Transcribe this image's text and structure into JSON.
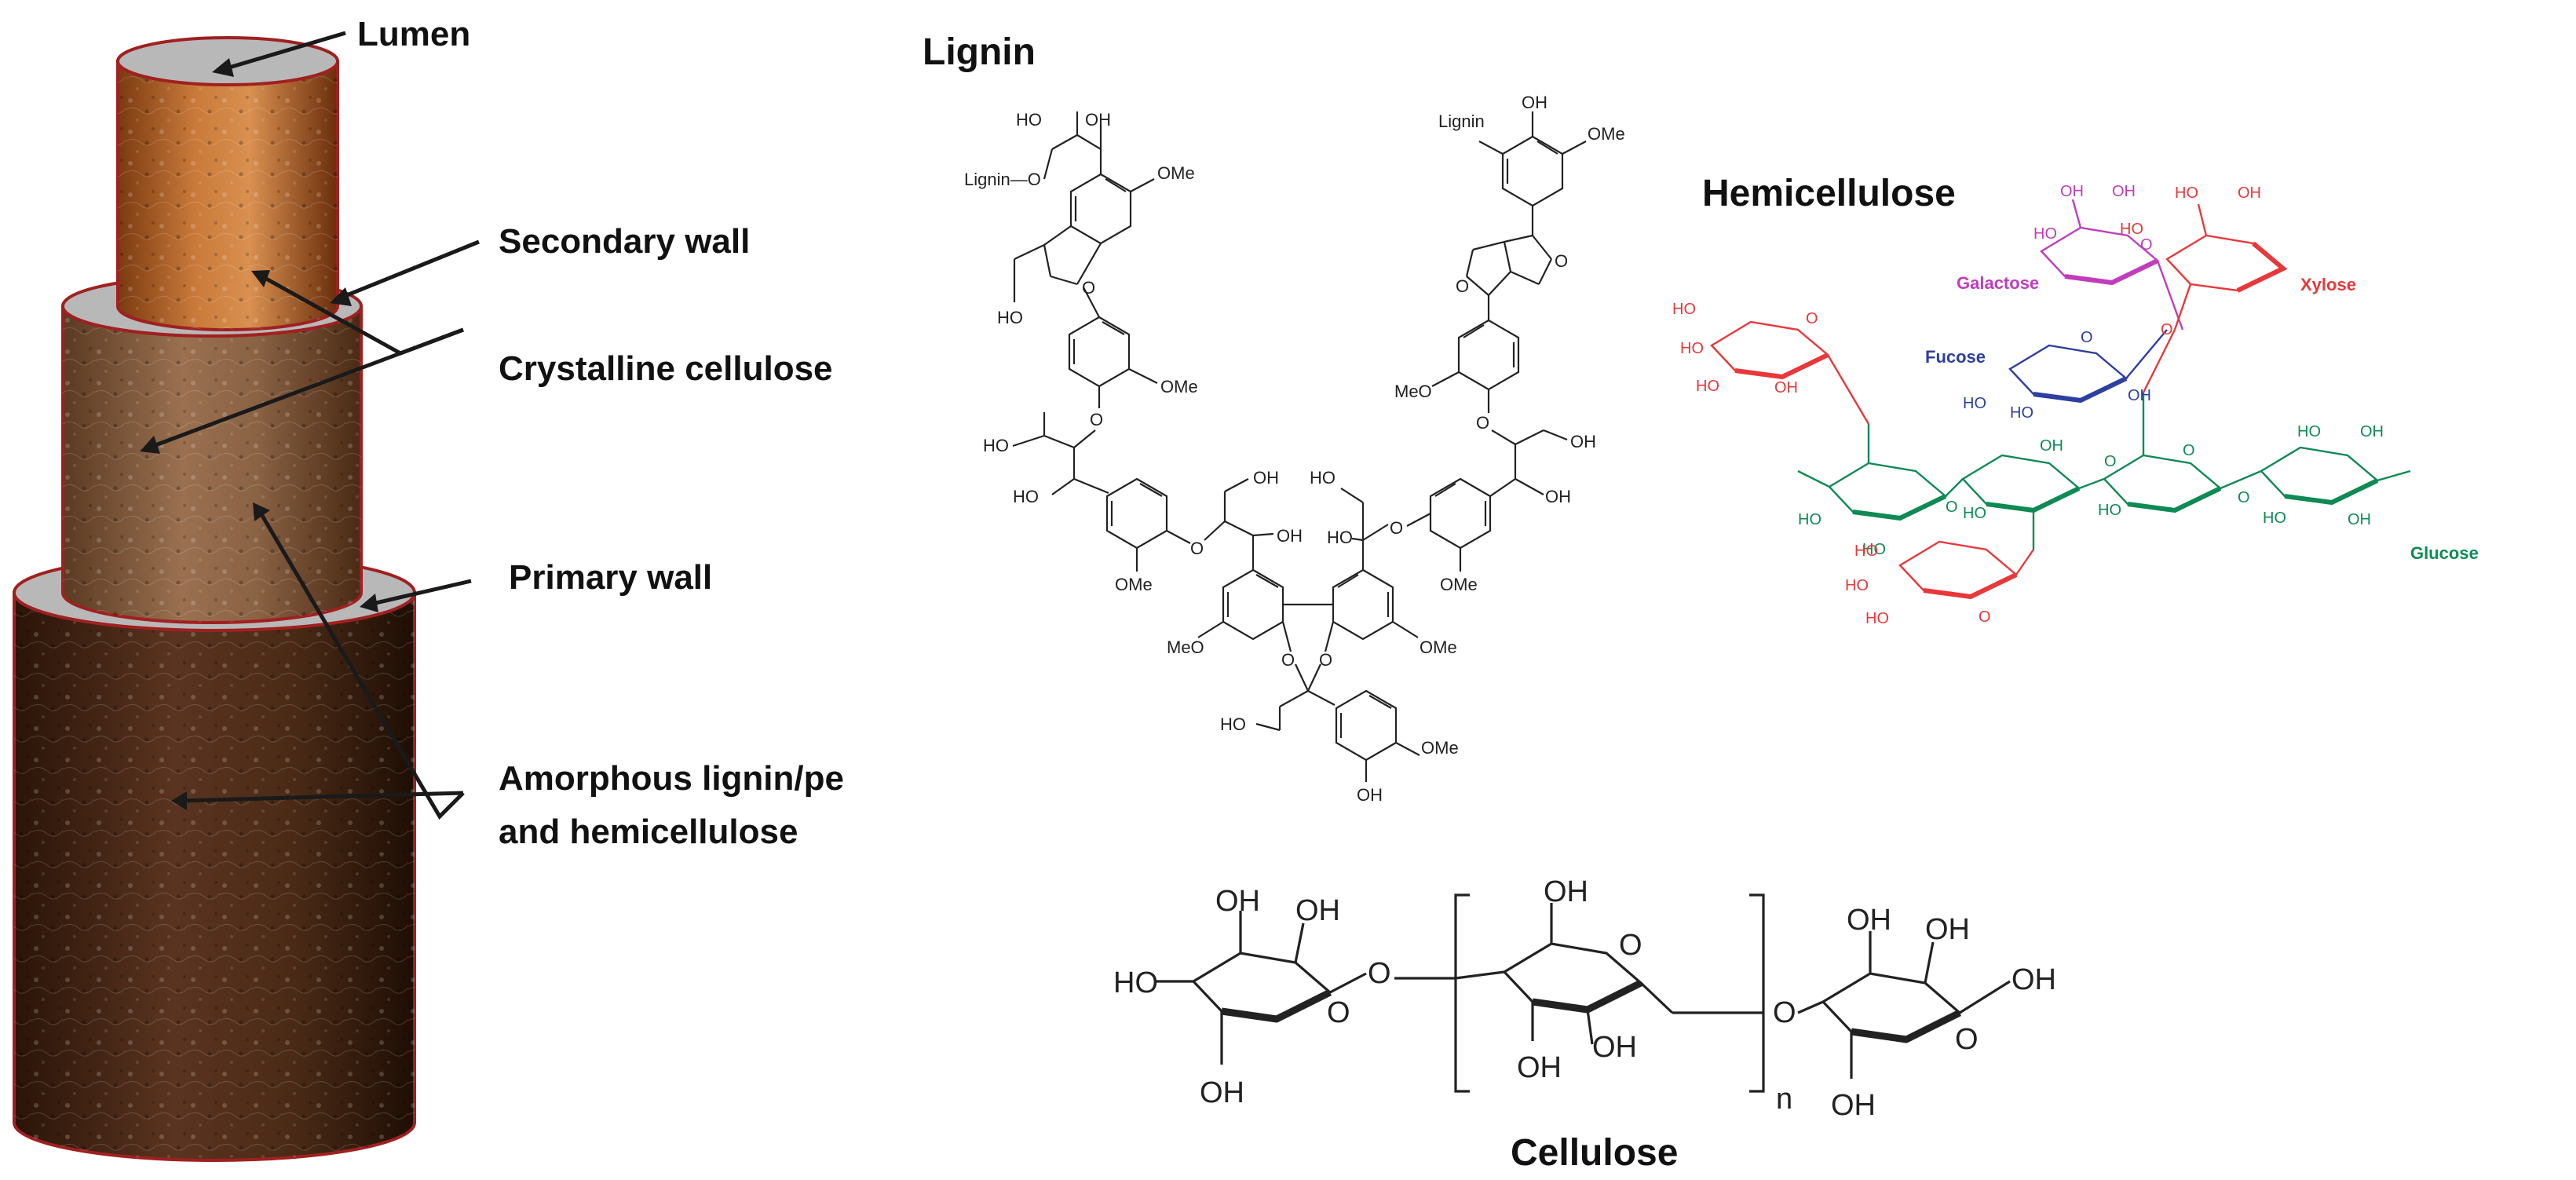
{
  "fiber": {
    "labels": {
      "lumen": "Lumen",
      "secondary_wall": "Secondary wall",
      "crystalline_cellulose": "Crystalline cellulose",
      "primary_wall": "Primary wall",
      "amorphous_line1": "Amorphous lignin/pe",
      "amorphous_line2": "and hemicellulose"
    }
  },
  "lignin": {
    "title": "Lignin",
    "atoms": {
      "ho": "HO",
      "oh": "OH",
      "o": "O",
      "ome": "OMe",
      "meo": "MeO",
      "lignin_o": "Lignin—O",
      "lignin": "Lignin"
    }
  },
  "hemicellulose": {
    "title": "Hemicellulose",
    "sugars": {
      "galactose": "Galactose",
      "xylose": "Xylose",
      "fucose": "Fucose",
      "glucose": "Glucose"
    },
    "atoms": {
      "ho": "HO",
      "oh": "OH",
      "o": "O"
    },
    "colors": {
      "xylose": "#e8383a",
      "galactose": "#c03dbd",
      "fucose": "#2d3fa0",
      "glucose": "#0f8a55"
    }
  },
  "cellulose": {
    "title": "Cellulose",
    "atoms": {
      "ho": "HO",
      "oh": "OH",
      "o": "O",
      "n": "n"
    }
  }
}
